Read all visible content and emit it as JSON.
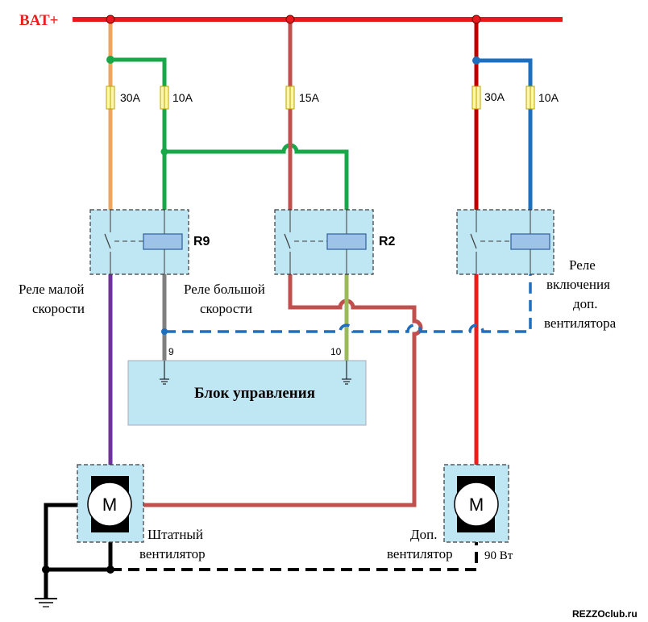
{
  "bus_label": "BAT+",
  "fuses": [
    {
      "id": "f1",
      "label": "30A"
    },
    {
      "id": "f2",
      "label": "10A"
    },
    {
      "id": "f3",
      "label": "15A"
    },
    {
      "id": "f4",
      "label": "30A"
    },
    {
      "id": "f5",
      "label": "10A"
    }
  ],
  "relays": {
    "r9_label": "R9",
    "r2_label": "R2",
    "low_speed": [
      "Реле малой",
      "скорости"
    ],
    "high_speed": [
      "Реле большой",
      "скорости"
    ],
    "extra_fan": [
      "Реле",
      "включения",
      "доп.",
      "вентилятора"
    ]
  },
  "control_unit": {
    "label": "Блок управления",
    "pin_9": "9",
    "pin_10": "10"
  },
  "motors": {
    "symbol": "M",
    "main_fan": [
      "Штатный",
      "вентилятор"
    ],
    "extra_fan": [
      "Доп.",
      "вентилятор"
    ],
    "power": "90 Вт"
  },
  "watermark": "REZZOclub.ru",
  "colors": {
    "bus": "#e8191c",
    "orange": "#f0a55a",
    "green": "#18a84a",
    "brown": "#c0504d",
    "dark_red": "#c00000",
    "blue": "#1f6fbf",
    "red": "#ee1c1c",
    "purple": "#7030a0",
    "gray": "#808080",
    "olive": "#9bbb59",
    "black": "#000000"
  }
}
